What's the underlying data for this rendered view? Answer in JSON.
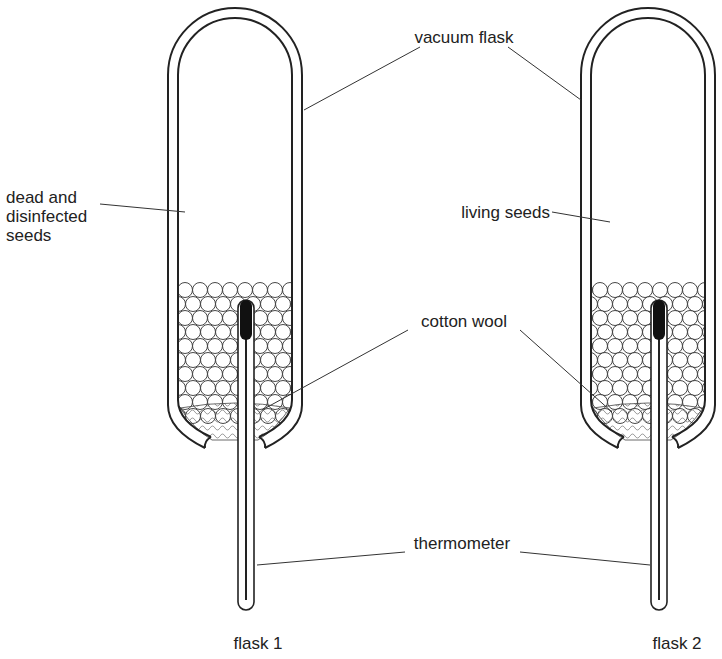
{
  "diagram": {
    "labels": [
      "vacuum flask",
      "dead and disinfected seeds",
      "living seeds",
      "cotton wool",
      "thermometer",
      "flask 1",
      "flask 2"
    ]
  }
}
